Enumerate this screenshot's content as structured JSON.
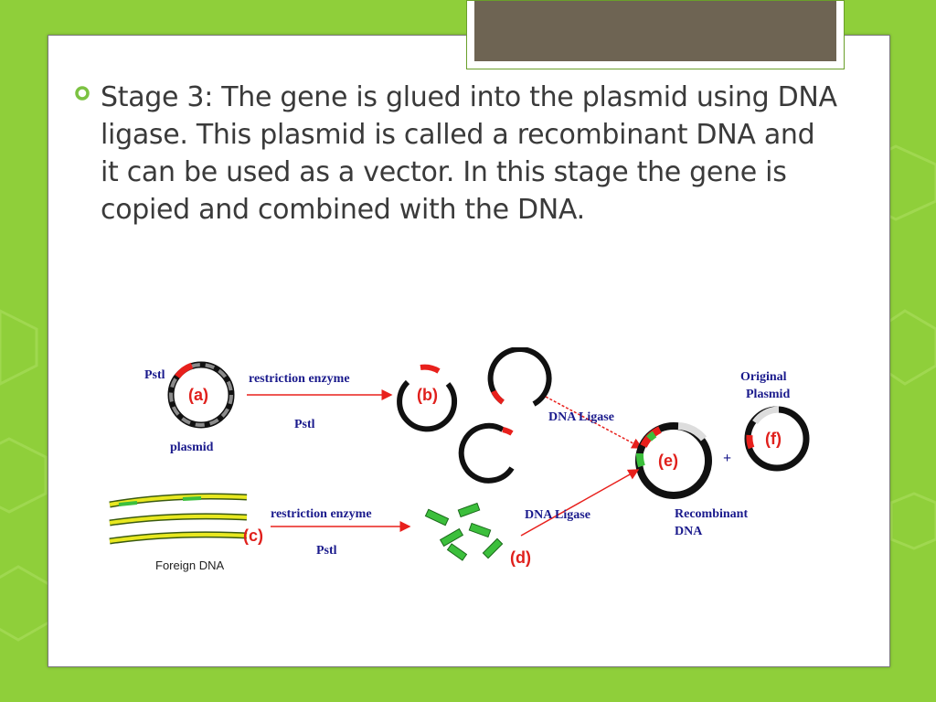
{
  "slide": {
    "bullet_text": "Stage 3: The gene is glued into the plasmid using DNA ligase. This plasmid is called a recombinant DNA and it can be used as a vector. In this stage the gene is copied and combined with the DNA."
  },
  "diagram": {
    "pstl_top": "Pstl",
    "label_a": "(a)",
    "plasmid": "plasmid",
    "restriction_enzyme_top": "restriction enzyme",
    "pstl_arrow_top": "Pstl",
    "label_b": "(b)",
    "dna_ligase_top": "DNA Ligase",
    "label_e": "(e)",
    "plus": "+",
    "original_line1": "Original",
    "original_line2": "Plasmid",
    "label_f": "(f)",
    "label_c": "(c)",
    "foreign_dna": "Foreign DNA",
    "restriction_enzyme_bottom": "restriction enzyme",
    "pstl_arrow_bottom": "Pstl",
    "label_d": "(d)",
    "dna_ligase_bottom": "DNA Ligase",
    "recombinant_line1": "Recombinant",
    "recombinant_line2": "DNA"
  },
  "colors": {
    "background": "#8fcf3a",
    "title_bar": "#6e6453",
    "bullet": "#7cc242",
    "text": "#3a3a3a",
    "label_blue": "#1a1a8c",
    "label_red": "#e0201c",
    "arrow_red": "#e8201c",
    "dna_yellow": "#e8e820",
    "dna_green": "#3cbf3c"
  }
}
